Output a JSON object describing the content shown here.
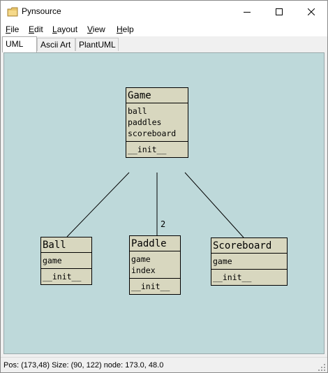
{
  "window": {
    "title": "Pynsource"
  },
  "menu": [
    {
      "pre": "",
      "ul": "F",
      "post": "ile"
    },
    {
      "pre": "",
      "ul": "E",
      "post": "dit"
    },
    {
      "pre": "",
      "ul": "L",
      "post": "ayout"
    },
    {
      "pre": "",
      "ul": "V",
      "post": "iew"
    },
    {
      "pre": "",
      "ul": "H",
      "post": "elp"
    }
  ],
  "tabs": [
    "UML",
    "Ascii Art",
    "PlantUML"
  ],
  "diagram": {
    "classes": [
      {
        "name": "Game",
        "attrs": [
          "ball",
          "paddles",
          "scoreboard"
        ],
        "methods": [
          "__init__"
        ]
      },
      {
        "name": "Ball",
        "attrs": [
          "game"
        ],
        "methods": [
          "__init__"
        ]
      },
      {
        "name": "Paddle",
        "attrs": [
          "game",
          "index"
        ],
        "methods": [
          "__init__"
        ]
      },
      {
        "name": "Scoreboard",
        "attrs": [
          "game"
        ],
        "methods": [
          "__init__"
        ]
      }
    ],
    "paddle_multiplicity": "2"
  },
  "status": {
    "text": "Pos: (173,48)  Size: (90, 122) node: 173.0, 48.0"
  },
  "colors": {
    "canvas_bg": "#bed9da",
    "class_fill": "#d8d7bf"
  }
}
